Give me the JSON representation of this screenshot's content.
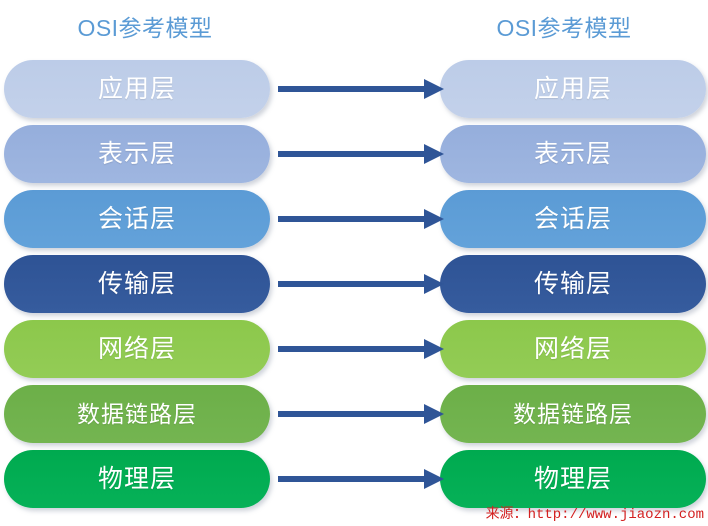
{
  "diagram": {
    "title_left": "OSI参考模型",
    "title_right": "OSI参考模型",
    "title_color": "#5B9BD5",
    "arrow_color": "#2F5597",
    "background": "#FFFFFF",
    "layers": [
      {
        "name": "application",
        "label": "应用层",
        "color": "#BCCCE8",
        "color_end": "#C3D1EA"
      },
      {
        "name": "presentation",
        "label": "表示层",
        "color": "#95AEDC",
        "color_end": "#9FB6E0"
      },
      {
        "name": "session",
        "label": "会话层",
        "color": "#5B9BD5",
        "color_end": "#63A2DA"
      },
      {
        "name": "transport",
        "label": "传输层",
        "color": "#2E5395",
        "color_end": "#365C9E"
      },
      {
        "name": "network",
        "label": "网络层",
        "color": "#8CC84B",
        "color_end": "#93CC56"
      },
      {
        "name": "datalink",
        "label": "数据链路层",
        "color": "#6CAF48",
        "color_end": "#74B551"
      },
      {
        "name": "physical",
        "label": "物理层",
        "color": "#00AA4F",
        "color_end": "#06B158"
      }
    ],
    "arrows": [
      {
        "name": "arrow-application",
        "from_layer": "应用层",
        "to_layer": "应用层",
        "direction": "right"
      },
      {
        "name": "arrow-presentation",
        "from_layer": "表示层",
        "to_layer": "表示层",
        "direction": "right"
      },
      {
        "name": "arrow-session",
        "from_layer": "会话层",
        "to_layer": "会话层",
        "direction": "right"
      },
      {
        "name": "arrow-transport",
        "from_layer": "传输层",
        "to_layer": "传输层",
        "direction": "right"
      },
      {
        "name": "arrow-network",
        "from_layer": "网络层",
        "to_layer": "网络层",
        "direction": "right"
      },
      {
        "name": "arrow-datalink",
        "from_layer": "数据链路层",
        "to_layer": "数据链路层",
        "direction": "right"
      },
      {
        "name": "arrow-physical",
        "from_layer": "物理层",
        "to_layer": "物理层",
        "direction": "right"
      }
    ]
  },
  "watermark": {
    "prefix": "来源：",
    "url": "http://www.jiaozn.com",
    "color": "#D32020"
  }
}
